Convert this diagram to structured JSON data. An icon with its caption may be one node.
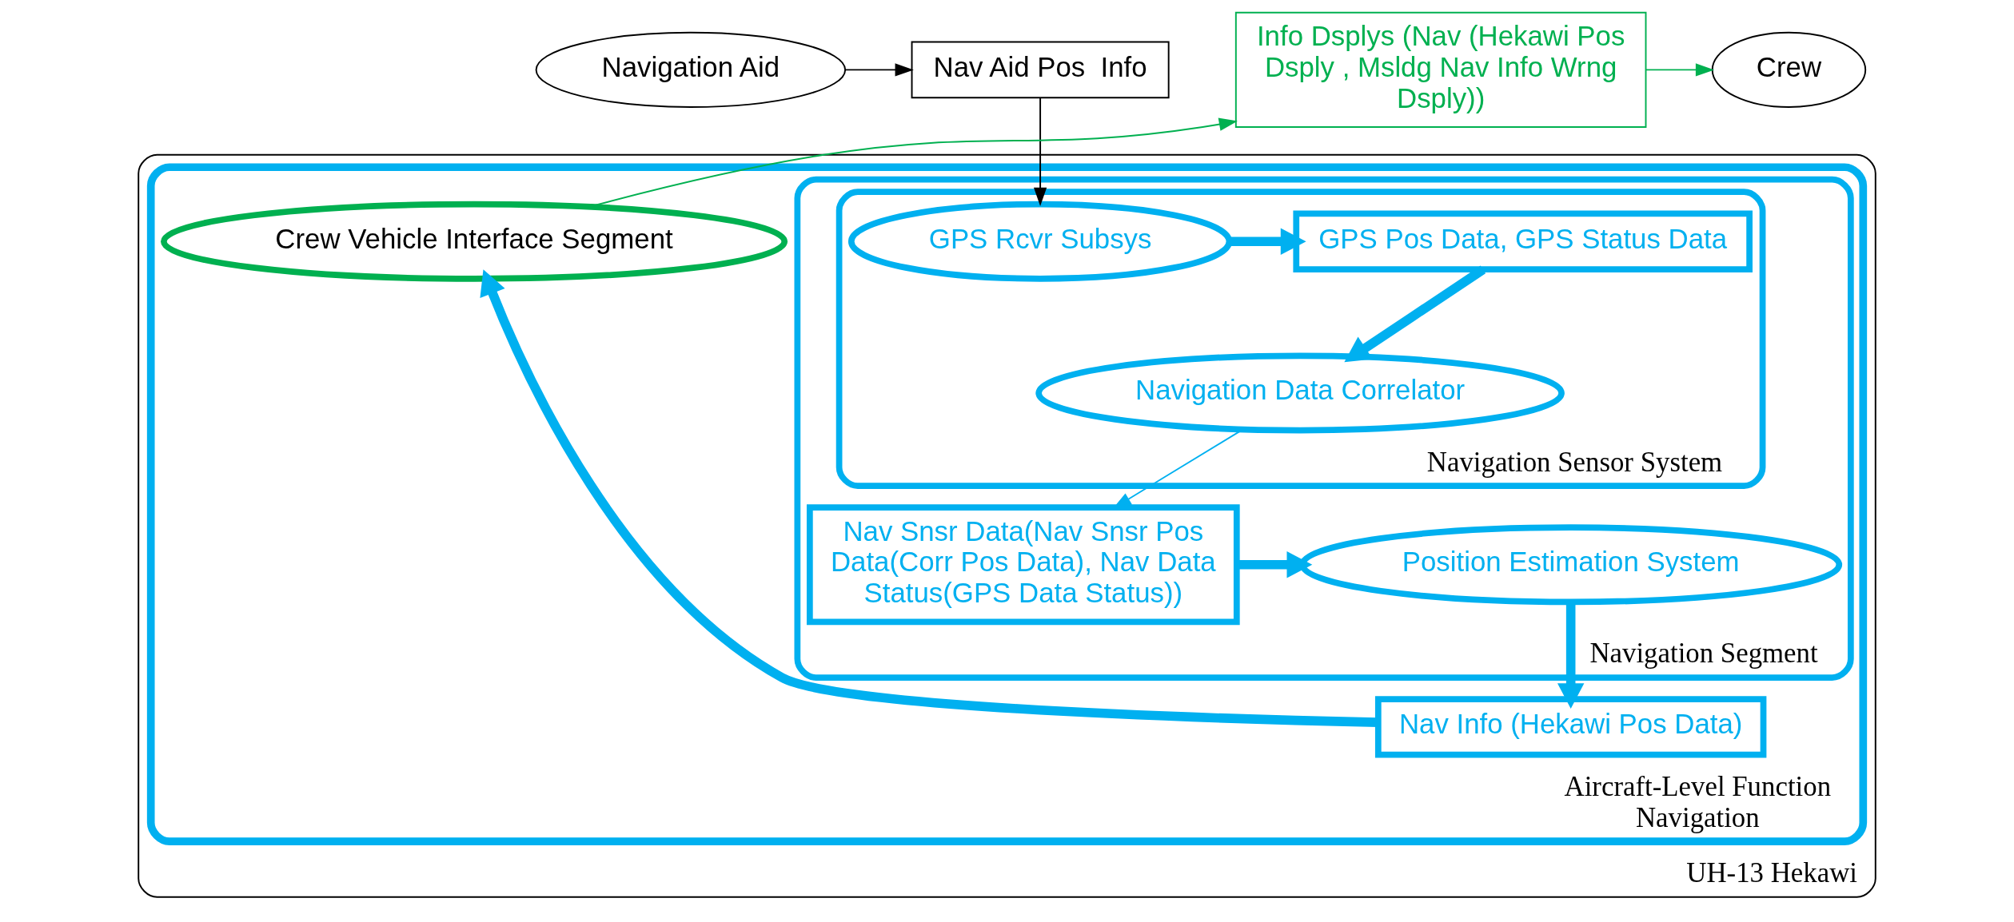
{
  "diagram": {
    "nodes": [
      {
        "text": [
          "Navigation Aid"
        ]
      },
      {
        "text": [
          "Nav Aid Pos  Info"
        ]
      },
      {
        "text": [
          "Info Dsplys (Nav (Hekawi Pos Dsply , Msldg Nav Info Wrng  Dsply))"
        ]
      },
      {
        "text": [
          "Crew"
        ]
      },
      {
        "text": [
          "UH-13 Hekawi"
        ]
      },
      {
        "text": [
          "Aircraft-Level Function Navigation"
        ],
        "in": 4
      },
      {
        "text": [
          "Navigation Segment"
        ],
        "in": 5
      },
      {
        "text": [
          "Navigation Sensor System"
        ],
        "in": 6
      },
      {
        "text": [
          "GPS Rcvr Subsys"
        ],
        "in": 7
      },
      {
        "text": [
          "GPS Pos Data, GPS Status Data"
        ],
        "in": 7
      },
      {
        "text": [
          "Navigation Data Correlator"
        ],
        "in": 7
      },
      {
        "text": [
          "Nav Snsr Data(Nav Snsr Pos Data(Corr Pos Data), Nav Data Status(GPS Data Status))"
        ],
        "in": 6
      },
      {
        "text": [
          "Position Estimation System"
        ],
        "in": 6
      },
      {
        "text": [
          "Nav Info (Hekawi Pos Data)"
        ],
        "in": 5
      },
      {
        "text": [
          "Crew Vehicle Interface Segment"
        ],
        "in": 5
      }
    ],
    "edges": [
      {
        "from": 0,
        "to": 1,
        "arrow": "to",
        "color": "#000000"
      },
      {
        "from": 1,
        "to": 8,
        "arrow": "to",
        "color": "#000000"
      },
      {
        "from": 8,
        "to": 9,
        "arrow": "to",
        "style": "thick"
      },
      {
        "from": 9,
        "to": 10,
        "arrow": "to",
        "style": "thick"
      },
      {
        "from": 10,
        "to": 11,
        "arrow": "to"
      },
      {
        "from": 11,
        "to": 12,
        "arrow": "to",
        "style": "thick"
      },
      {
        "from": 12,
        "to": 13,
        "arrow": "to",
        "style": "thick"
      },
      {
        "from": 13,
        "to": 14,
        "arrow": "to",
        "style": "thick"
      },
      {
        "from": 14,
        "to": 2,
        "arrow": "to",
        "color": "#00b050"
      },
      {
        "from": 2,
        "to": 3,
        "arrow": "to",
        "color": "#00b050"
      }
    ]
  }
}
